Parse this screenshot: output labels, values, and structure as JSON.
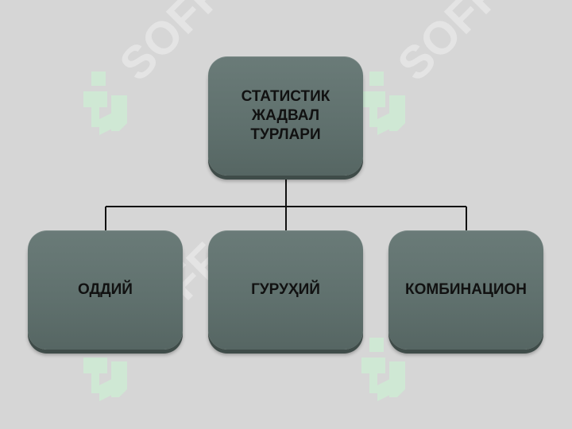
{
  "diagram": {
    "root": {
      "lines": [
        "СТАТИСТИК",
        "ЖАДВАЛ",
        "ТУРЛАРИ"
      ]
    },
    "children": [
      {
        "label": "ОДДИЙ"
      },
      {
        "label": "ГУРУҲИЙ"
      },
      {
        "label": "КОМБИНАЦИОН"
      }
    ]
  },
  "watermark": {
    "text": "SOFF",
    "color": "#cfe9d4"
  },
  "colors": {
    "background": "#d6d6d6",
    "node_fill": "#5f706d",
    "connector": "#111111",
    "text": "#111111"
  }
}
